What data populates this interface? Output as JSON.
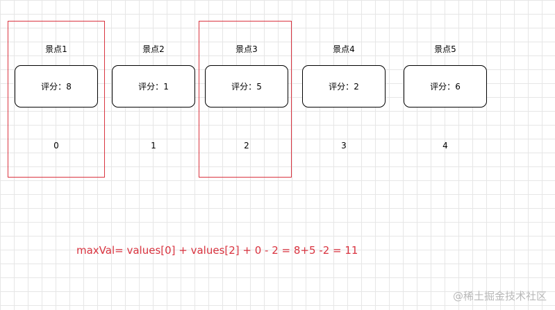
{
  "spots": [
    {
      "title": "景点1",
      "score_label": "评分：",
      "score": "8",
      "index": "0"
    },
    {
      "title": "景点2",
      "score_label": "评分：",
      "score": "1",
      "index": "1"
    },
    {
      "title": "景点3",
      "score_label": "评分：",
      "score": "5",
      "index": "2"
    },
    {
      "title": "景点4",
      "score_label": "评分：",
      "score": "2",
      "index": "3"
    },
    {
      "title": "景点5",
      "score_label": "评分：",
      "score": "6",
      "index": "4"
    }
  ],
  "formula": "maxVal= values[0] + values[2] + 0 - 2 = 8+5 -2 = 11",
  "watermark": "@稀土掘金技术社区",
  "colors": {
    "highlight": "#d9333f",
    "grid": "#e6e6e6",
    "watermark": "#b8b8b8"
  }
}
